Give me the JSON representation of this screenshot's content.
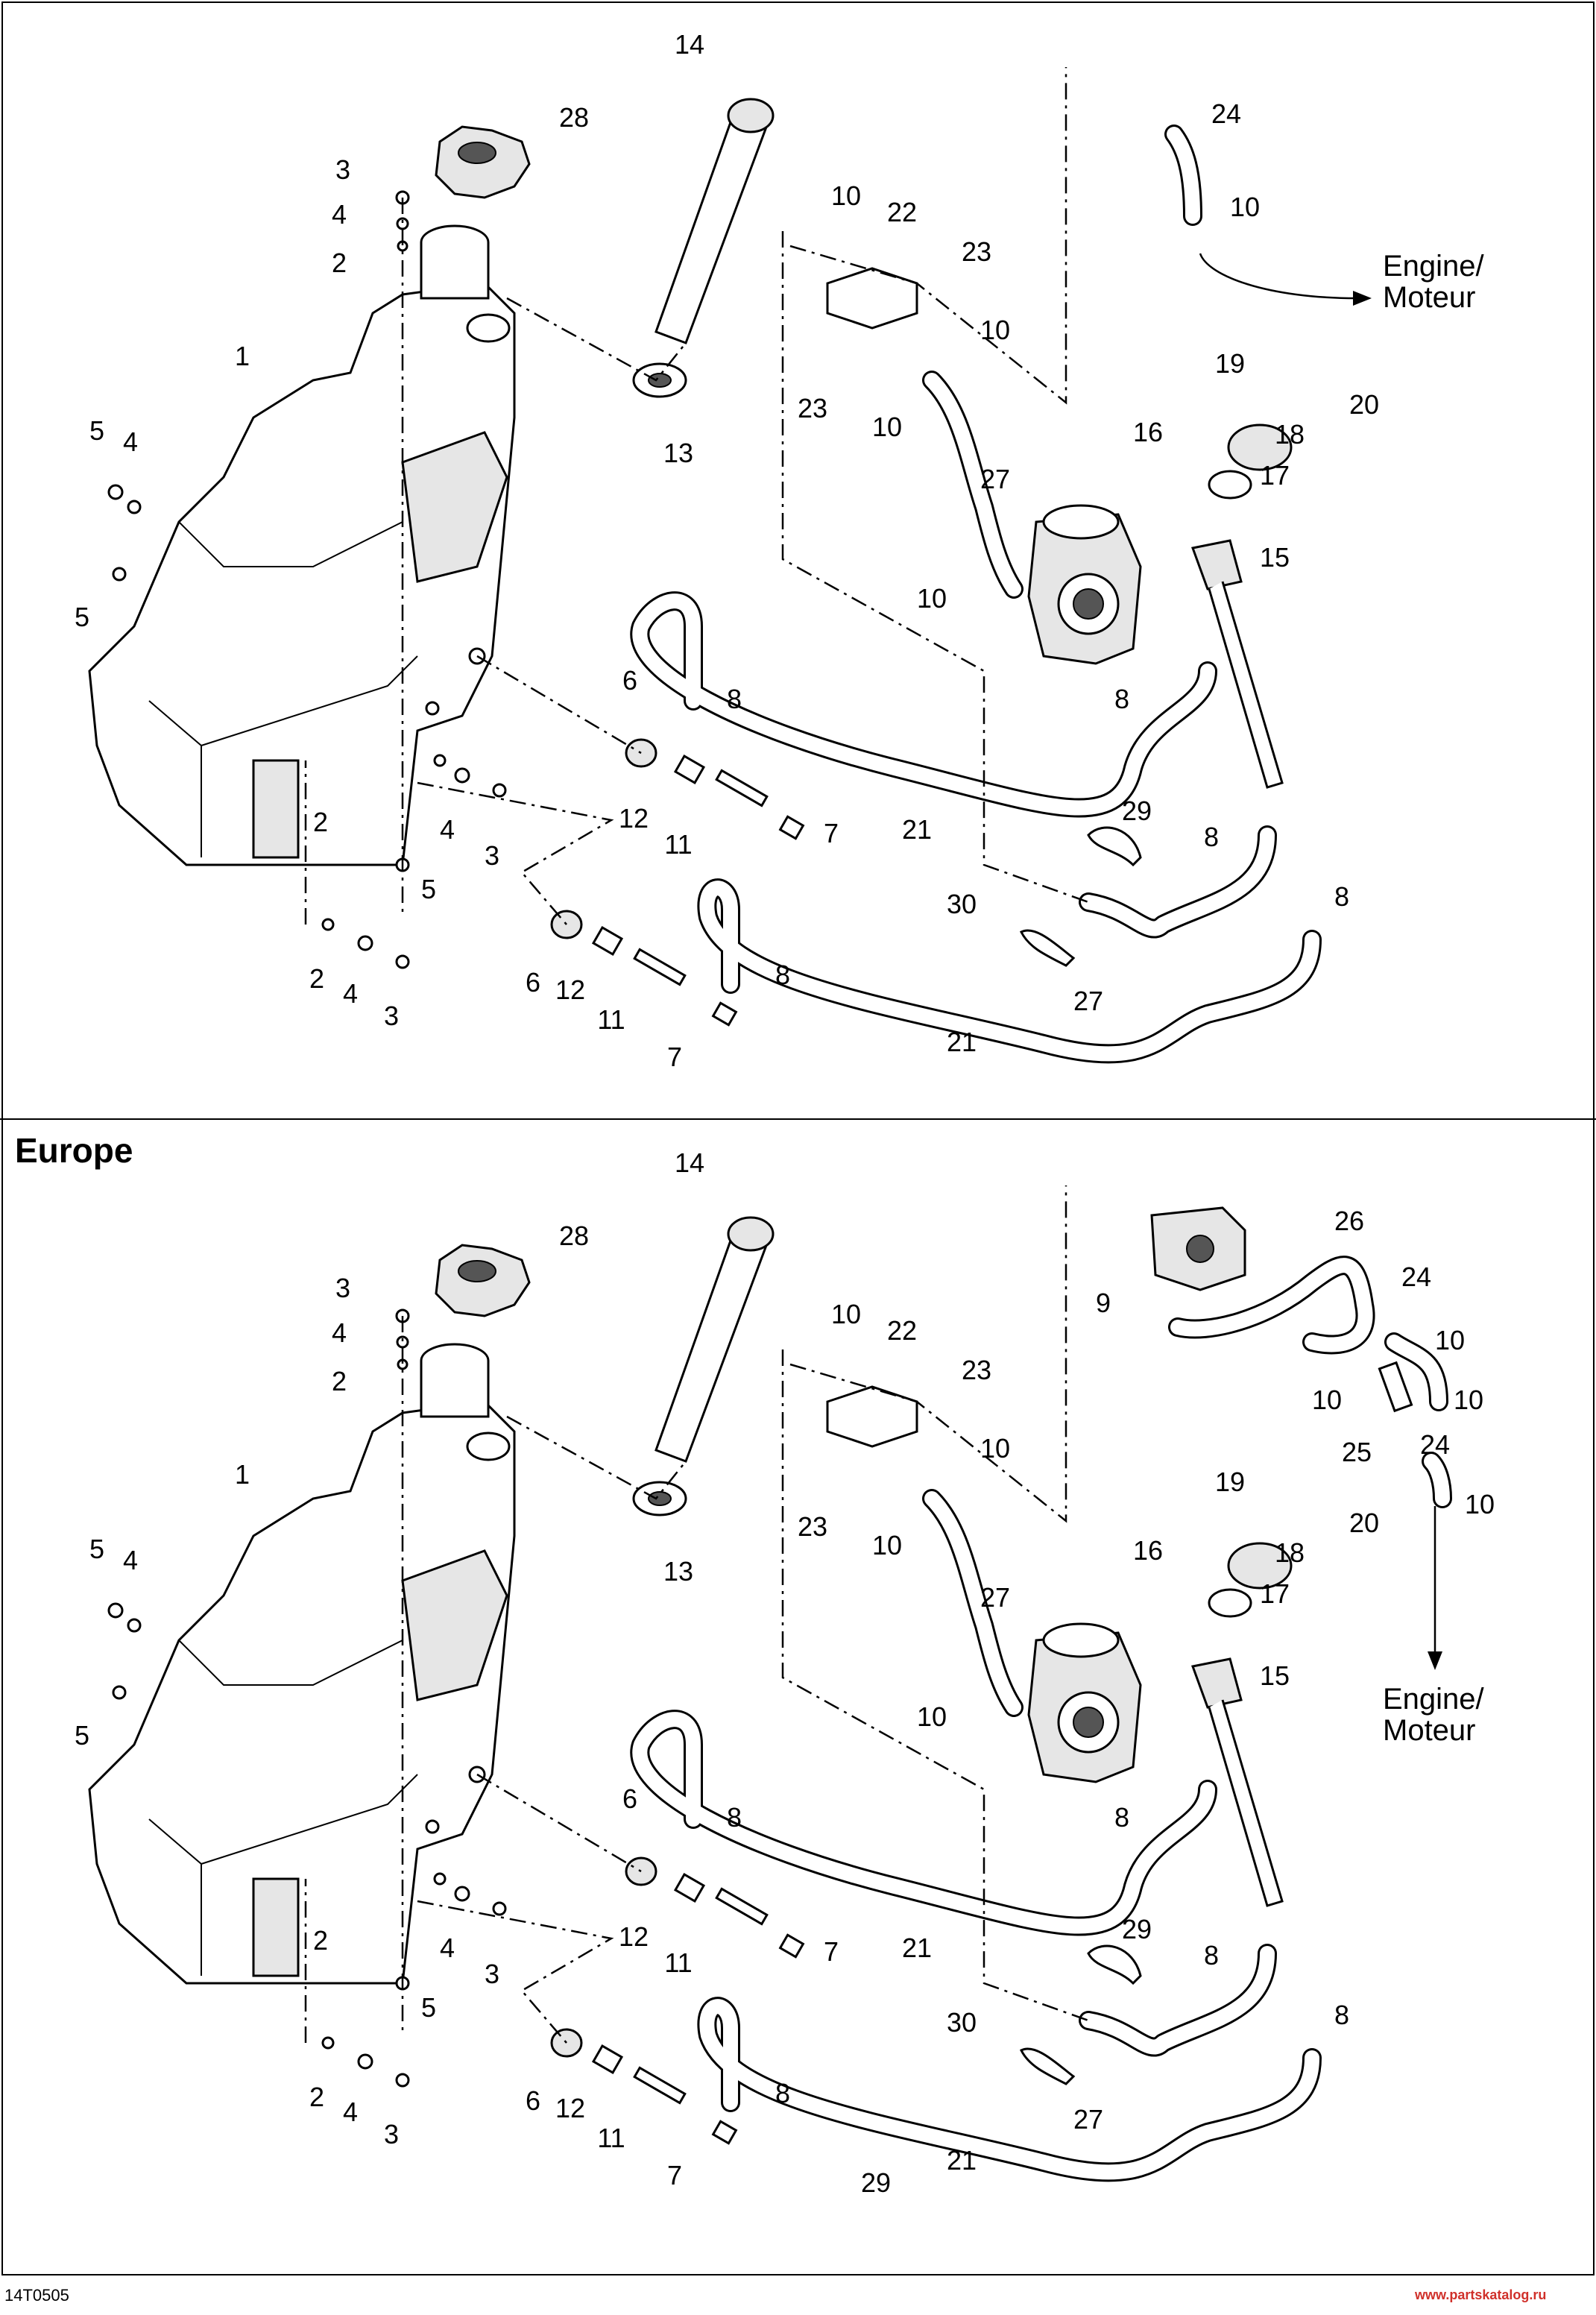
{
  "sections": [
    {
      "title": "",
      "labels": [
        "1",
        "2",
        "3",
        "4",
        "5",
        "6",
        "7",
        "8",
        "10",
        "11",
        "12",
        "13",
        "14",
        "15",
        "16",
        "17",
        "18",
        "19",
        "20",
        "21",
        "22",
        "23",
        "24",
        "27",
        "28",
        "29",
        "30"
      ],
      "destination": [
        "Engine/",
        "Moteur"
      ]
    },
    {
      "title": "Europe",
      "labels": [
        "1",
        "2",
        "3",
        "4",
        "5",
        "6",
        "7",
        "8",
        "9",
        "10",
        "11",
        "12",
        "13",
        "14",
        "15",
        "16",
        "17",
        "18",
        "19",
        "20",
        "21",
        "22",
        "23",
        "24",
        "25",
        "26",
        "27",
        "28",
        "29",
        "30"
      ],
      "destination": [
        "Engine/",
        "Moteur"
      ]
    }
  ],
  "footer": {
    "code": "14T0505",
    "url": "www.partskatalog.ru"
  },
  "colors": {
    "line": "#000000",
    "background": "#ffffff",
    "watermark": "#d0302a"
  }
}
